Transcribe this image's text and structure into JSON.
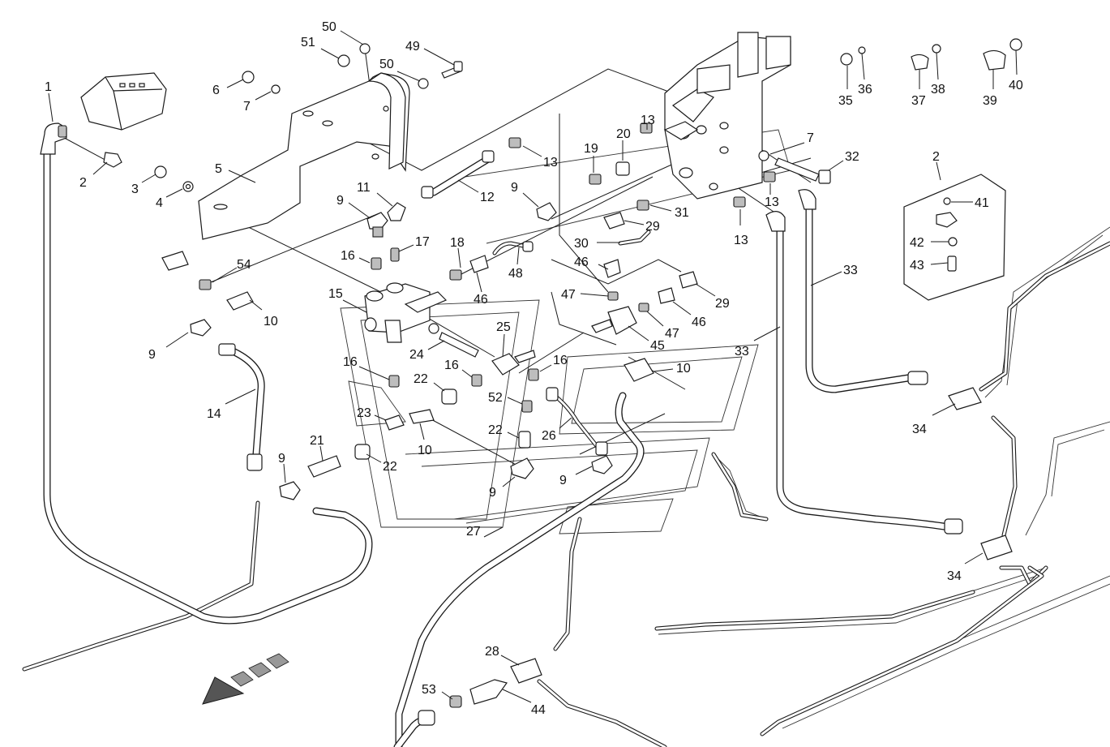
{
  "diagram": {
    "part_numbers": [
      "1",
      "2",
      "3",
      "4",
      "5",
      "6",
      "7",
      "9",
      "10",
      "11",
      "12",
      "13",
      "14",
      "15",
      "16",
      "17",
      "18",
      "19",
      "20",
      "21",
      "22",
      "23",
      "24",
      "25",
      "26",
      "27",
      "28",
      "29",
      "30",
      "31",
      "32",
      "33",
      "34",
      "35",
      "36",
      "37",
      "38",
      "39",
      "40",
      "41",
      "42",
      "43",
      "44",
      "45",
      "46",
      "47",
      "48",
      "49",
      "50",
      "51",
      "52",
      "53",
      "54"
    ],
    "detail_box_label": "2",
    "detail_box_parts": [
      "41",
      "42",
      "43"
    ],
    "direction_arrow": "front-direction-arrow-icon"
  },
  "colors": {
    "line": "#1a1a1a",
    "background": "#ffffff",
    "shade": "#bdbdbd"
  }
}
